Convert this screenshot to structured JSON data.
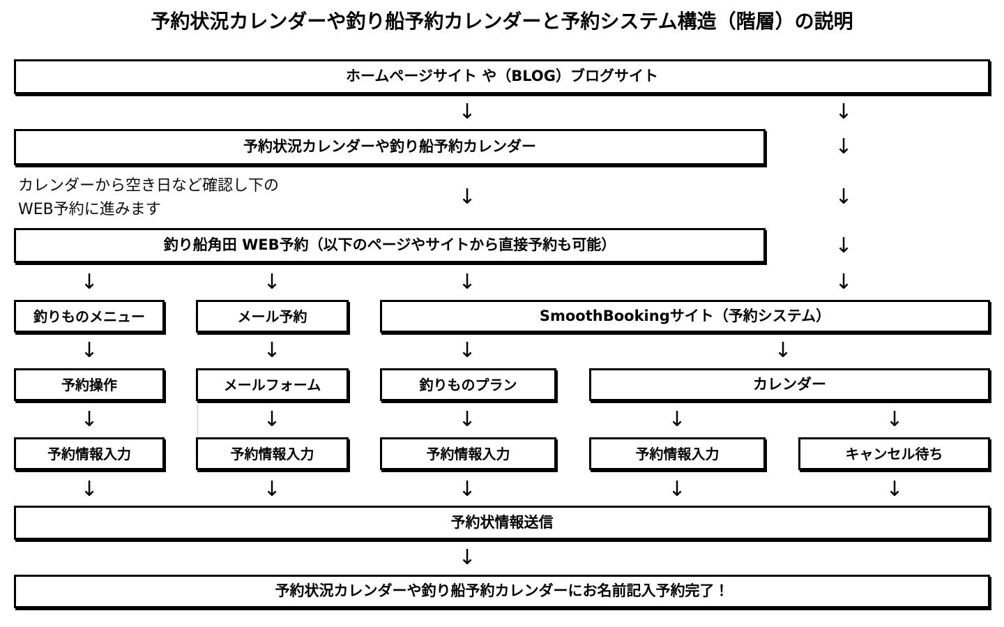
{
  "title": "予約状況カレンダーや釣り船予約カレンダーと予約システム構造（階層）の説明",
  "note": {
    "line1": "カレンダーから空き日など確認し下の",
    "line2": "WEB予約に進みます"
  },
  "arrow_glyph": "↓",
  "colors": {
    "stroke": "#000000",
    "fill": "#ffffff",
    "text": "#000000"
  },
  "nodes": {
    "homepage_site": "ホームページサイト や（BLOG）ブログサイト",
    "reservation_calendar": "予約状況カレンダーや釣り船予約カレンダー",
    "web_reservation": "釣り船角田 WEB予約（以下のページやサイトから直接予約も可能）",
    "fishing_menu": "釣りものメニュー",
    "mail_reservation": "メール予約",
    "smoothbooking_site": "SmoothBookingサイト（予約システム）",
    "reservation_operation": "予約操作",
    "mail_form": "メールフォーム",
    "fishing_plan": "釣りものプラン",
    "calendar": "カレンダー",
    "info_input_1": "予約情報入力",
    "info_input_2": "予約情報入力",
    "info_input_3": "予約情報入力",
    "info_input_4": "予約情報入力",
    "cancel_wait": "キャンセル待ち",
    "send_info": "予約状情報送信",
    "complete": "予約状況カレンダーや釣り船予約カレンダーにお名前記入予約完了！"
  }
}
